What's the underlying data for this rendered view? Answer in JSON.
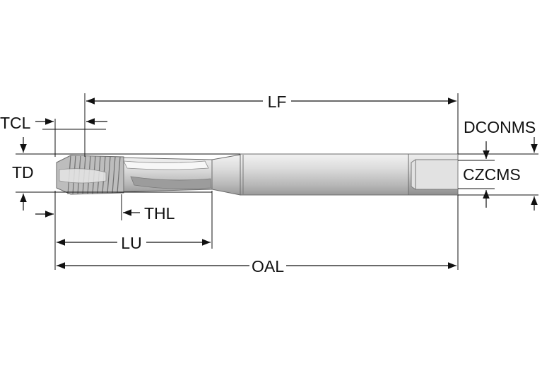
{
  "diagram": {
    "labels": {
      "lf": "LF",
      "tcl": "TCL",
      "td": "TD",
      "thl": "THL",
      "lu": "LU",
      "oal": "OAL",
      "dconms": "DCONMS",
      "czcms": "CZCMS"
    },
    "colors": {
      "line": "#111111",
      "tool_light": "#e8e8e8",
      "tool_mid": "#c4c4c4",
      "tool_dark": "#8a8a8a",
      "outline": "#6b6b6b"
    }
  }
}
